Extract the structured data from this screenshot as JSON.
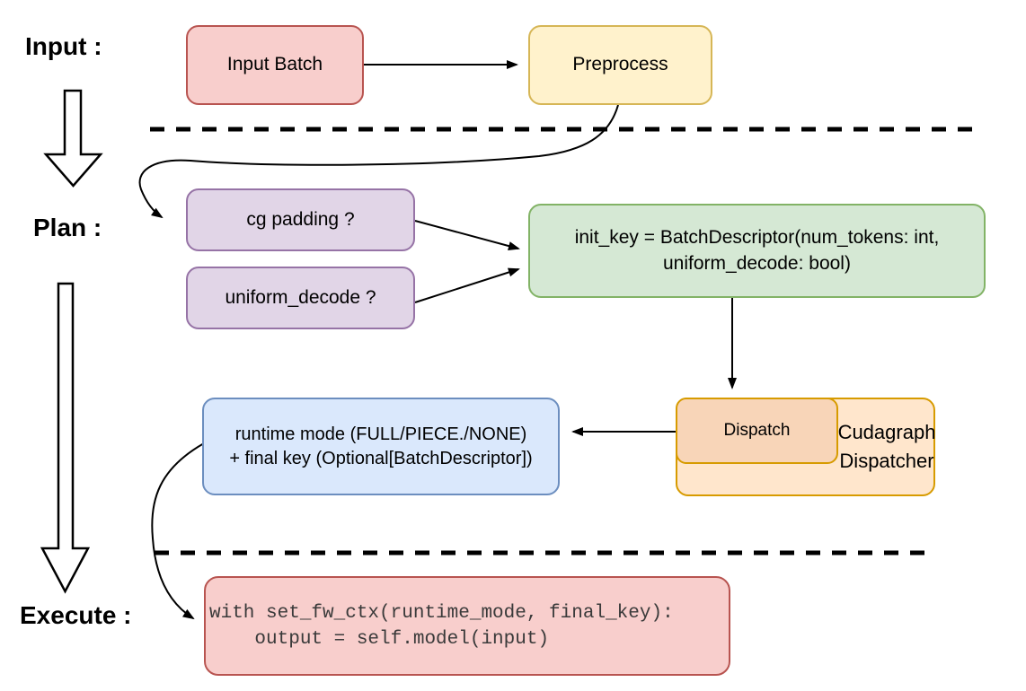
{
  "sections": {
    "input": "Input :",
    "plan": "Plan :",
    "execute": "Execute :"
  },
  "nodes": {
    "input_batch": {
      "label": "Input Batch"
    },
    "preprocess": {
      "label": "Preprocess"
    },
    "cg_padding": {
      "label": "cg padding ?"
    },
    "uniform_decode": {
      "label": "uniform_decode ?"
    },
    "init_key": {
      "line1": "init_key = BatchDescriptor(num_tokens: int,",
      "line2": "uniform_decode: bool)"
    },
    "dispatch": {
      "label": "Dispatch"
    },
    "cudagraph_dispatcher": {
      "label": "Cudagraph Dispatcher"
    },
    "runtime_mode": {
      "line1": "runtime mode (FULL/PIECE./NONE)",
      "line2": "+ final key (Optional[BatchDescriptor])"
    },
    "execute_code": {
      "line1": "with set_fw_ctx(runtime_mode, final_key):",
      "line2": "    output = self.model(input)"
    }
  },
  "colors": {
    "red_fill": "#f8cecc",
    "red_stroke": "#b85450",
    "yellow_fill": "#fff2cc",
    "yellow_stroke": "#d6b656",
    "purple_fill": "#e1d5e7",
    "purple_stroke": "#9673a6",
    "green_fill": "#d5e8d4",
    "green_stroke": "#82b366",
    "orange_fill": "#ffe6cc",
    "orange_stroke": "#d79b00",
    "peach_fill": "#f8d5b8",
    "blue_fill": "#dae8fc",
    "blue_stroke": "#6c8ebf",
    "line": "#000000"
  }
}
